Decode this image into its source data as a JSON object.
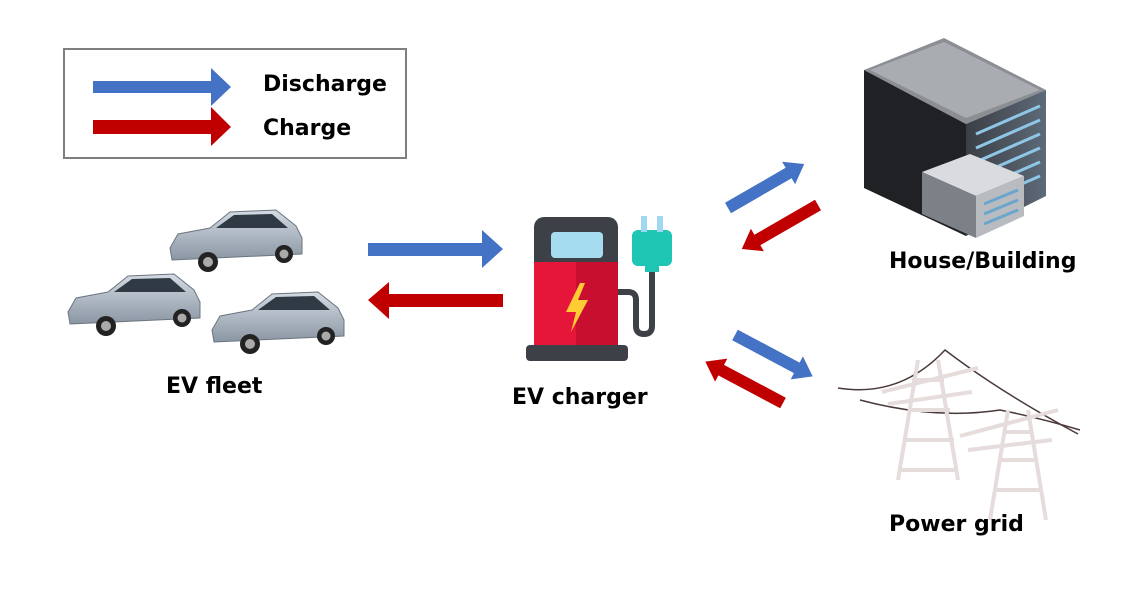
{
  "legend": {
    "discharge_label": "Discharge",
    "charge_label": "Charge"
  },
  "nodes": {
    "ev_fleet": "EV fleet",
    "ev_charger": "EV charger",
    "house_building": "House/Building",
    "power_grid": "Power grid"
  },
  "colors": {
    "discharge": "#4472c4",
    "charge": "#c00000"
  }
}
